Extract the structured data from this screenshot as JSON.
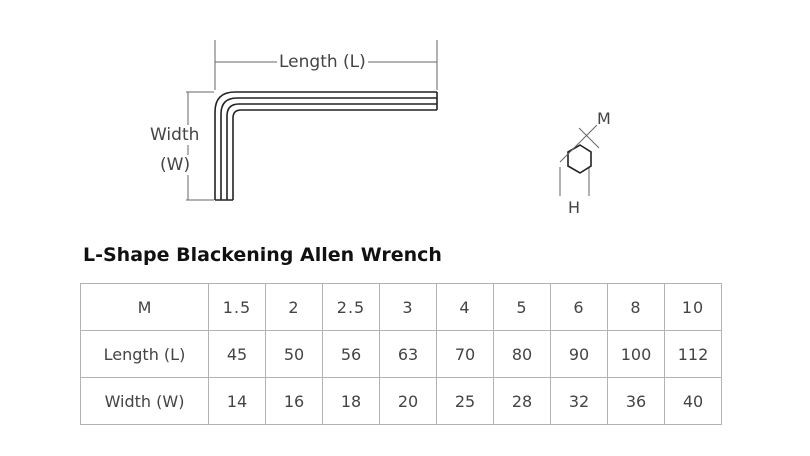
{
  "diagram": {
    "length_label": "Length (L)",
    "width_label_line1": "Width",
    "width_label_line2": "(W)",
    "hex_m_label": "M",
    "hex_h_label": "H"
  },
  "title": "L-Shape Blackening Allen Wrench",
  "table": {
    "rows": [
      {
        "header": "M",
        "cells": [
          "1.5",
          "2",
          "2.5",
          "3",
          "4",
          "5",
          "6",
          "8",
          "10"
        ]
      },
      {
        "header": "Length (L)",
        "cells": [
          "45",
          "50",
          "56",
          "63",
          "70",
          "80",
          "90",
          "100",
          "112"
        ]
      },
      {
        "header": "Width (W)",
        "cells": [
          "14",
          "16",
          "18",
          "20",
          "25",
          "28",
          "32",
          "36",
          "40"
        ]
      }
    ]
  }
}
